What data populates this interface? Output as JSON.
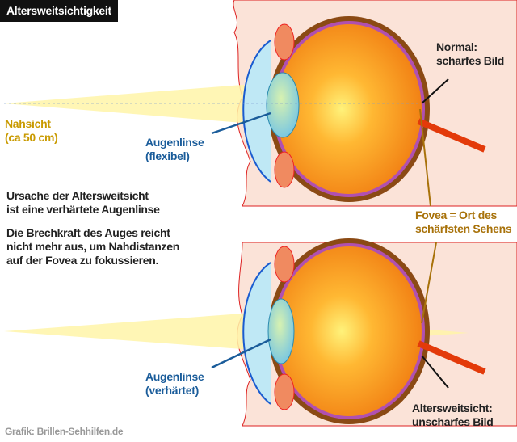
{
  "title": "Altersweitsichtigkeit",
  "labels": {
    "near_vision": [
      "Nahsicht",
      "(ca 50 cm)"
    ],
    "lens_top": [
      "Augenlinse",
      "(flexibel)"
    ],
    "lens_bottom": [
      "Augenlinse",
      "(verhärtet)"
    ],
    "normal": [
      "Normal:",
      "scharfes Bild"
    ],
    "fovea": [
      "Fovea = Ort des",
      "schärfsten Sehens"
    ],
    "presbyopia": [
      "Altersweitsicht:",
      "unscharfes Bild"
    ],
    "cause": [
      "Ursache der Altersweitsicht",
      "ist eine verhärtete Augenlinse"
    ],
    "explanation": [
      "Die Brechkraft des Auges reicht",
      "nicht mehr aus, um Nahdistanzen",
      "auf der Fovea zu fokussieren."
    ],
    "credit": "Grafik: Brillen-Sehhilfen.de"
  },
  "colors": {
    "skin": "#fbe3d8",
    "eyeball": "#f99a1c",
    "sclera": "#8b4a14",
    "lens": "#8fd3e8",
    "light": "#fff5a8"
  }
}
